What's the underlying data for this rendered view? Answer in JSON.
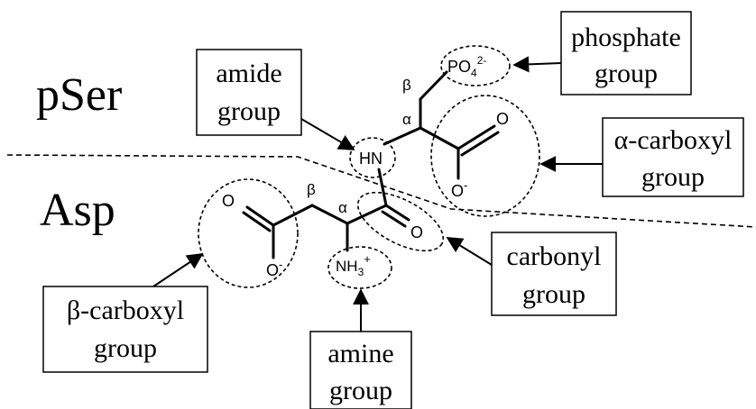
{
  "regions": {
    "top": "pSer",
    "bottom": "Asp"
  },
  "boxes": {
    "amide": [
      "amide",
      "group"
    ],
    "phosphate": [
      "phosphate",
      "group"
    ],
    "alpha_carboxyl": [
      "α-carboxyl",
      "group"
    ],
    "carbonyl": [
      "carbonyl",
      "group"
    ],
    "beta_carboxyl": [
      "β-carboxyl",
      "group"
    ],
    "amine": [
      "amine",
      "group"
    ]
  },
  "atoms": {
    "phosphate": "PO",
    "phosphate_sub": "4",
    "phosphate_sup": "2-",
    "hn": "HN",
    "o": "O",
    "o_minus": "O",
    "minus": "-",
    "nh3": "NH",
    "nh3_sub": "3",
    "nh3_sup": "+",
    "alpha": "α",
    "beta": "β"
  }
}
